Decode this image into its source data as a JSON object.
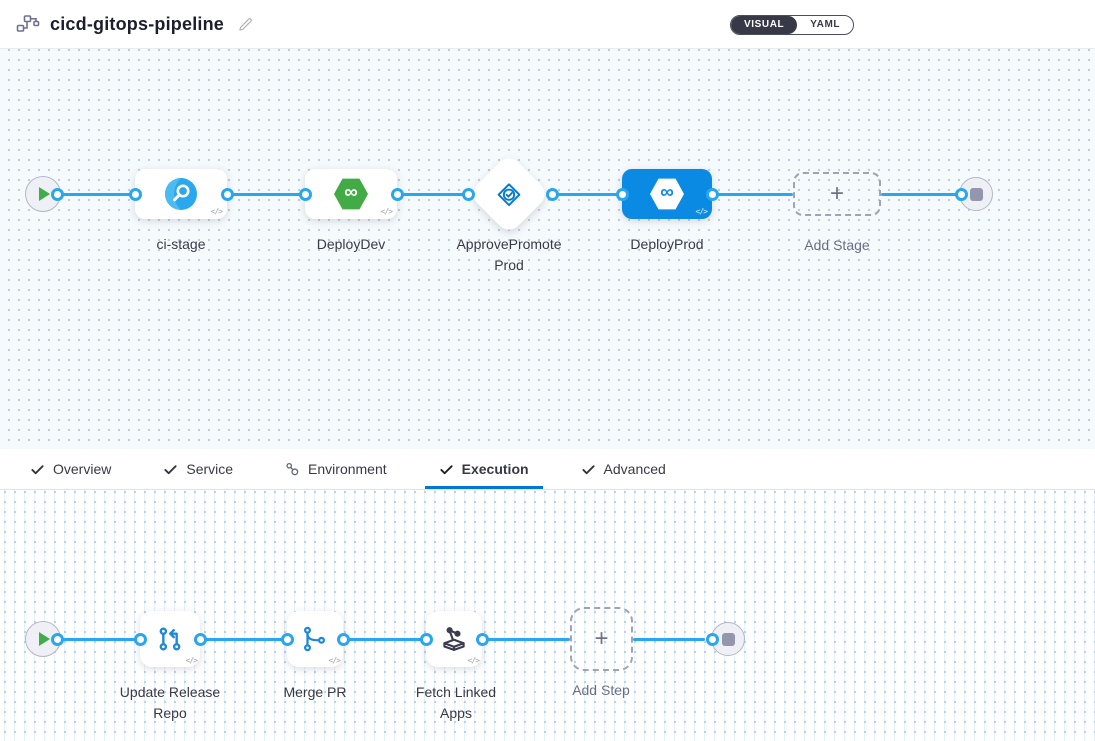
{
  "header": {
    "title": "cicd-gitops-pipeline",
    "mode_toggle": {
      "visual_label": "VISUAL",
      "yaml_label": "YAML",
      "selected": "VISUAL"
    }
  },
  "stage_pipeline": {
    "stages": [
      {
        "label": "ci-stage",
        "type": "ci"
      },
      {
        "label": "DeployDev",
        "type": "cd"
      },
      {
        "label": "ApprovePromoteProd",
        "type": "approval"
      },
      {
        "label": "DeployProd",
        "type": "cd",
        "selected": true
      },
      {
        "label": "Add Stage",
        "type": "add-placeholder"
      }
    ]
  },
  "tabs": {
    "items": [
      {
        "label": "Overview",
        "icon": "check"
      },
      {
        "label": "Service",
        "icon": "check"
      },
      {
        "label": "Environment",
        "icon": "environment"
      },
      {
        "label": "Execution",
        "icon": "check",
        "active": true
      },
      {
        "label": "Advanced",
        "icon": "check"
      }
    ]
  },
  "step_pipeline": {
    "steps": [
      {
        "label": "Update Release Repo",
        "type": "git-update"
      },
      {
        "label": "Merge PR",
        "type": "git-merge"
      },
      {
        "label": "Fetch Linked Apps",
        "type": "fetch-apps"
      },
      {
        "label": "Add Step",
        "type": "add-placeholder"
      }
    ]
  },
  "icons": {
    "code_toggle": "</>",
    "infinity": "∞",
    "plus": "+"
  },
  "colors": {
    "edge": "#29a6f0",
    "selected_stage": "#0b8ae3",
    "accent": "#0278d5",
    "success_green": "#42ab45",
    "toggle_dark": "#383946"
  }
}
